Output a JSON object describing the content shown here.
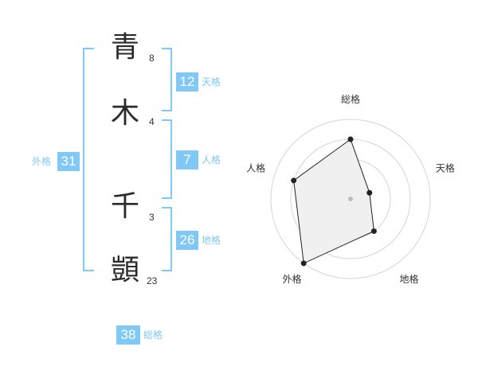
{
  "name": {
    "chars": [
      {
        "char": "青",
        "strokes": "8"
      },
      {
        "char": "木",
        "strokes": "4"
      },
      {
        "char": "千",
        "strokes": "3"
      },
      {
        "char": "顗",
        "strokes": "23"
      }
    ]
  },
  "fortunes": {
    "tenkaku": {
      "value": "12",
      "label": "天格"
    },
    "jinkaku": {
      "value": "7",
      "label": "人格"
    },
    "chikaku": {
      "value": "26",
      "label": "地格"
    },
    "gaikaku": {
      "value": "31",
      "label": "外格"
    },
    "soukaku": {
      "value": "38",
      "label": "総格"
    }
  },
  "colors": {
    "accent": "#80c8f5",
    "polygon_fill": "#f0f0f0",
    "grid": "#d5d5d5"
  },
  "chart_data": {
    "type": "radar",
    "axes": [
      "総格",
      "天格",
      "地格",
      "外格",
      "人格"
    ],
    "rings": 4,
    "max": 4,
    "values": [
      3,
      1,
      2,
      4,
      3
    ]
  }
}
